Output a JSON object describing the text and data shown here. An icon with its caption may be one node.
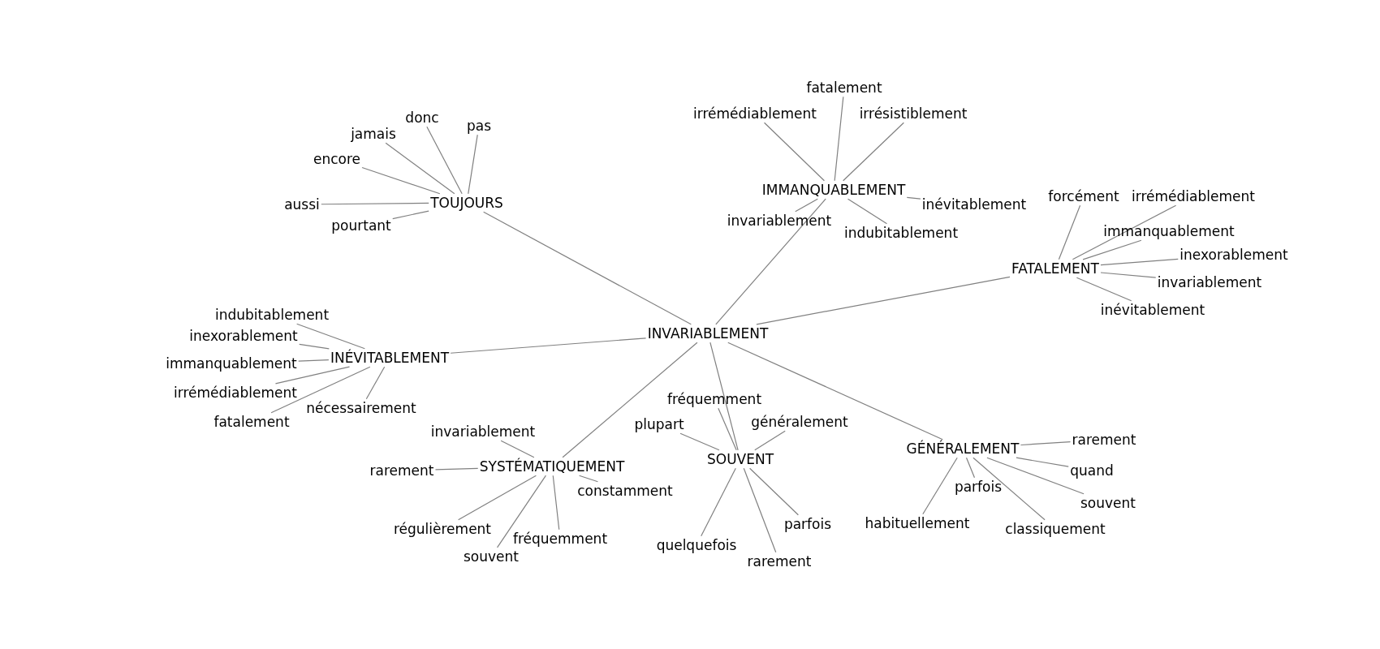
{
  "diagram": {
    "nodes": [
      {
        "text": [
          "INVARIABLEMENT"
        ]
      },
      {
        "text": [
          "TOUJOURS"
        ]
      },
      {
        "text": [
          "pas"
        ]
      },
      {
        "text": [
          "donc"
        ]
      },
      {
        "text": [
          "jamais"
        ]
      },
      {
        "text": [
          "encore"
        ]
      },
      {
        "text": [
          "aussi"
        ]
      },
      {
        "text": [
          "pourtant"
        ]
      },
      {
        "text": [
          "IMMANQUABLEMENT"
        ]
      },
      {
        "text": [
          "irrémédiablement"
        ]
      },
      {
        "text": [
          "fatalement"
        ]
      },
      {
        "text": [
          "irrésistiblement"
        ]
      },
      {
        "text": [
          "invariablement"
        ]
      },
      {
        "text": [
          "indubitablement"
        ]
      },
      {
        "text": [
          "inévitablement"
        ]
      },
      {
        "text": [
          "FATALEMENT"
        ]
      },
      {
        "text": [
          "forcément"
        ]
      },
      {
        "text": [
          "irrémédiablement"
        ]
      },
      {
        "text": [
          "immanquablement"
        ]
      },
      {
        "text": [
          "inexorablement"
        ]
      },
      {
        "text": [
          "invariablement"
        ]
      },
      {
        "text": [
          "inévitablement"
        ]
      },
      {
        "text": [
          "INÉVITABLEMENT"
        ]
      },
      {
        "text": [
          "indubitablement"
        ]
      },
      {
        "text": [
          "inexorablement"
        ]
      },
      {
        "text": [
          "immanquablement"
        ]
      },
      {
        "text": [
          "irrémédiablement"
        ]
      },
      {
        "text": [
          "nécessairement"
        ]
      },
      {
        "text": [
          "fatalement"
        ]
      },
      {
        "text": [
          "SYSTÉMATIQUEMENT"
        ]
      },
      {
        "text": [
          "invariablement"
        ]
      },
      {
        "text": [
          "rarement"
        ]
      },
      {
        "text": [
          "constamment"
        ]
      },
      {
        "text": [
          "régulièrement"
        ]
      },
      {
        "text": [
          "fréquemment"
        ]
      },
      {
        "text": [
          "souvent"
        ]
      },
      {
        "text": [
          "SOUVENT"
        ]
      },
      {
        "text": [
          "fréquemment"
        ]
      },
      {
        "text": [
          "plupart"
        ]
      },
      {
        "text": [
          "généralement"
        ]
      },
      {
        "text": [
          "parfois"
        ]
      },
      {
        "text": [
          "quelquefois"
        ]
      },
      {
        "text": [
          "rarement"
        ]
      },
      {
        "text": [
          "GÉNÉRALEMENT"
        ]
      },
      {
        "text": [
          "rarement"
        ]
      },
      {
        "text": [
          "quand"
        ]
      },
      {
        "text": [
          "parfois"
        ]
      },
      {
        "text": [
          "souvent"
        ]
      },
      {
        "text": [
          "habituellement"
        ]
      },
      {
        "text": [
          "classiquement"
        ]
      }
    ],
    "edges": [
      {
        "from": 0,
        "to": 1,
        "arrow": "none"
      },
      {
        "from": 0,
        "to": 8,
        "arrow": "none"
      },
      {
        "from": 0,
        "to": 15,
        "arrow": "none"
      },
      {
        "from": 0,
        "to": 22,
        "arrow": "none"
      },
      {
        "from": 0,
        "to": 29,
        "arrow": "none"
      },
      {
        "from": 0,
        "to": 36,
        "arrow": "none"
      },
      {
        "from": 0,
        "to": 43,
        "arrow": "none"
      },
      {
        "from": 1,
        "to": 2,
        "arrow": "none"
      },
      {
        "from": 1,
        "to": 3,
        "arrow": "none"
      },
      {
        "from": 1,
        "to": 4,
        "arrow": "none"
      },
      {
        "from": 1,
        "to": 5,
        "arrow": "none"
      },
      {
        "from": 1,
        "to": 6,
        "arrow": "none"
      },
      {
        "from": 1,
        "to": 7,
        "arrow": "none"
      },
      {
        "from": 8,
        "to": 9,
        "arrow": "none"
      },
      {
        "from": 8,
        "to": 10,
        "arrow": "none"
      },
      {
        "from": 8,
        "to": 11,
        "arrow": "none"
      },
      {
        "from": 8,
        "to": 12,
        "arrow": "none"
      },
      {
        "from": 8,
        "to": 13,
        "arrow": "none"
      },
      {
        "from": 8,
        "to": 14,
        "arrow": "none"
      },
      {
        "from": 15,
        "to": 16,
        "arrow": "none"
      },
      {
        "from": 15,
        "to": 17,
        "arrow": "none"
      },
      {
        "from": 15,
        "to": 18,
        "arrow": "none"
      },
      {
        "from": 15,
        "to": 19,
        "arrow": "none"
      },
      {
        "from": 15,
        "to": 20,
        "arrow": "none"
      },
      {
        "from": 15,
        "to": 21,
        "arrow": "none"
      },
      {
        "from": 22,
        "to": 23,
        "arrow": "none"
      },
      {
        "from": 22,
        "to": 24,
        "arrow": "none"
      },
      {
        "from": 22,
        "to": 25,
        "arrow": "none"
      },
      {
        "from": 22,
        "to": 26,
        "arrow": "none"
      },
      {
        "from": 22,
        "to": 27,
        "arrow": "none"
      },
      {
        "from": 22,
        "to": 28,
        "arrow": "none"
      },
      {
        "from": 29,
        "to": 30,
        "arrow": "none"
      },
      {
        "from": 29,
        "to": 31,
        "arrow": "none"
      },
      {
        "from": 29,
        "to": 32,
        "arrow": "none"
      },
      {
        "from": 29,
        "to": 33,
        "arrow": "none"
      },
      {
        "from": 29,
        "to": 34,
        "arrow": "none"
      },
      {
        "from": 29,
        "to": 35,
        "arrow": "none"
      },
      {
        "from": 36,
        "to": 37,
        "arrow": "none"
      },
      {
        "from": 36,
        "to": 38,
        "arrow": "none"
      },
      {
        "from": 36,
        "to": 39,
        "arrow": "none"
      },
      {
        "from": 36,
        "to": 40,
        "arrow": "none"
      },
      {
        "from": 36,
        "to": 41,
        "arrow": "none"
      },
      {
        "from": 36,
        "to": 42,
        "arrow": "none"
      },
      {
        "from": 43,
        "to": 44,
        "arrow": "none"
      },
      {
        "from": 43,
        "to": 45,
        "arrow": "none"
      },
      {
        "from": 43,
        "to": 46,
        "arrow": "none"
      },
      {
        "from": 43,
        "to": 47,
        "arrow": "none"
      },
      {
        "from": 43,
        "to": 48,
        "arrow": "none"
      },
      {
        "from": 43,
        "to": 49,
        "arrow": "none"
      }
    ]
  }
}
